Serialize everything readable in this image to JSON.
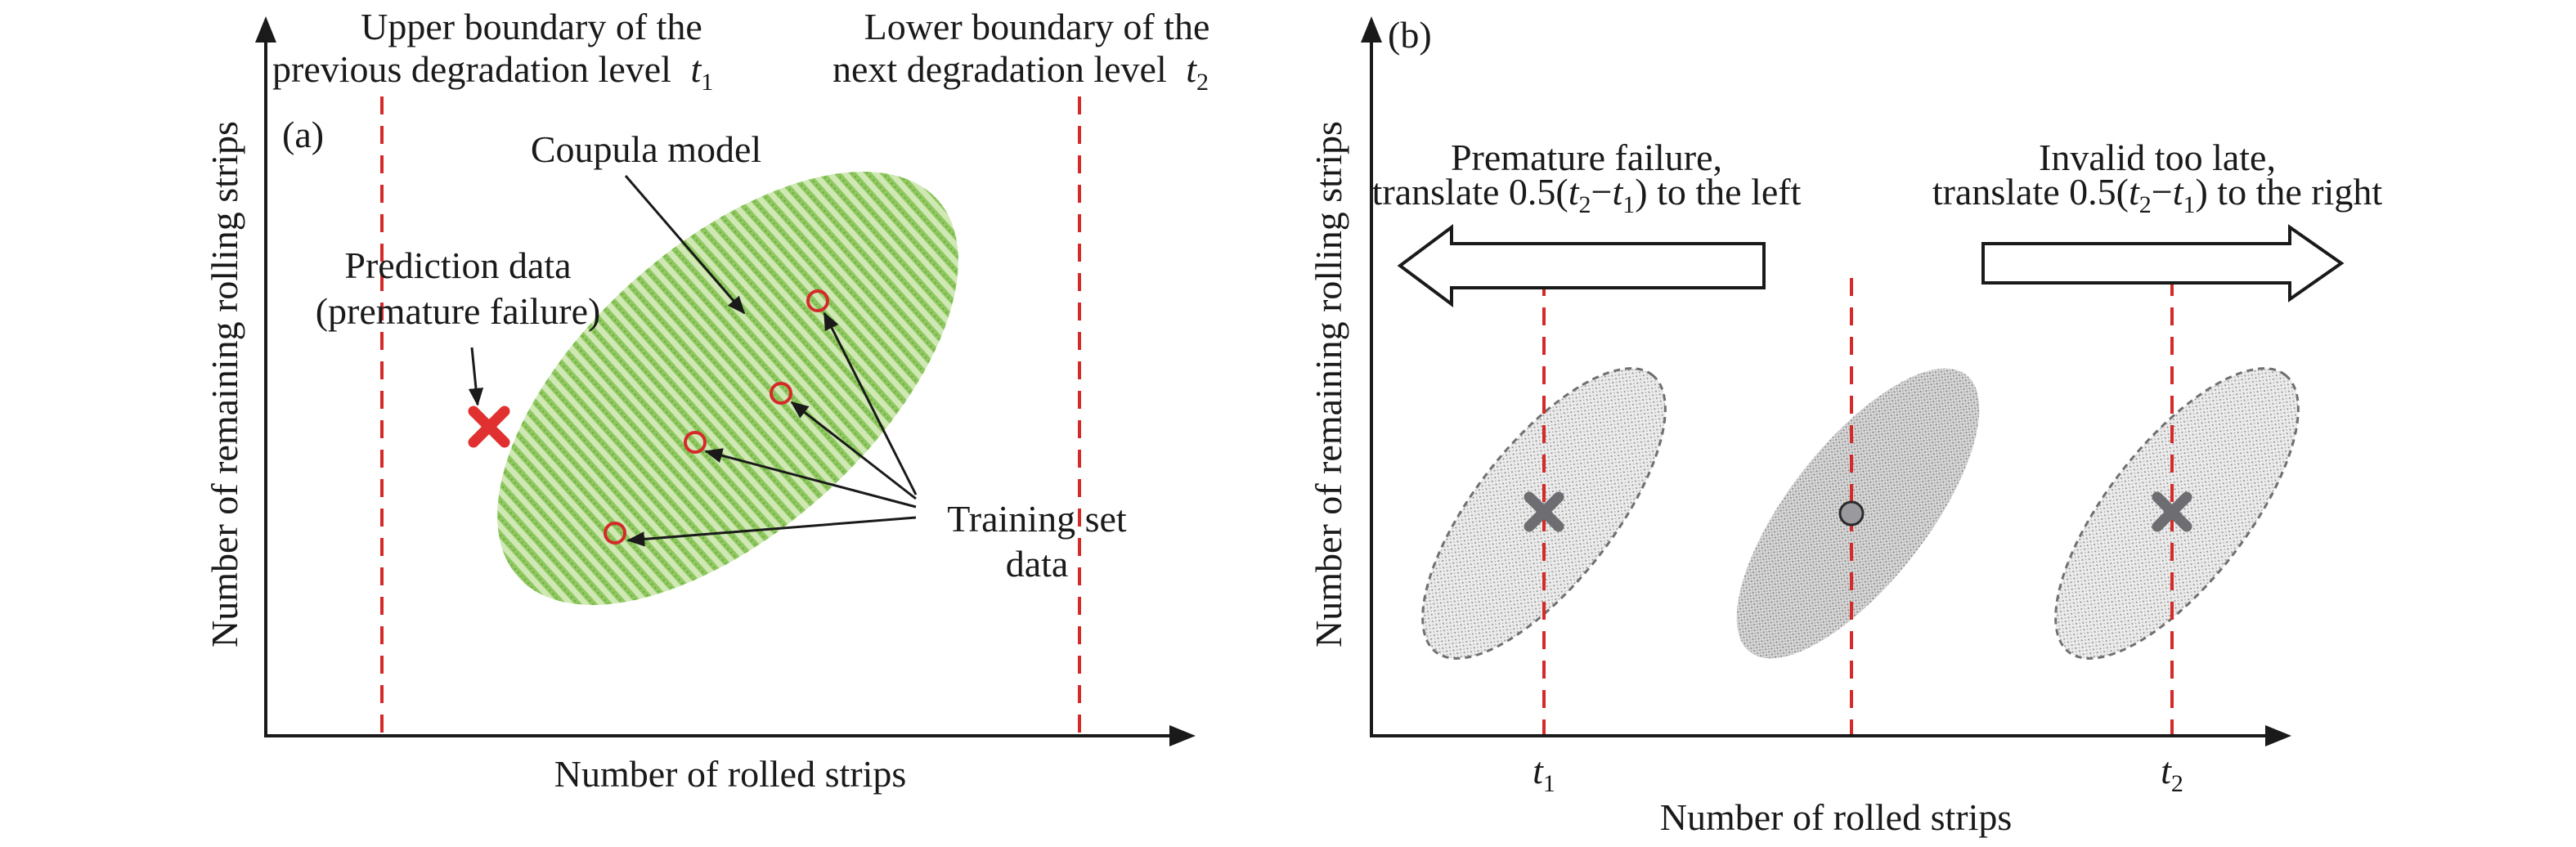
{
  "panel_a": {
    "tag": "(a)",
    "ylabel": "Number of remaining rolling strips",
    "xlabel": "Number of rolled strips",
    "upper_boundary": {
      "line1": "Upper boundary of the",
      "line2": "previous degradation level",
      "var": "t",
      "sub": "1"
    },
    "lower_boundary": {
      "line1": "Lower boundary of the",
      "line2": "next degradation level",
      "var": "t",
      "sub": "2"
    },
    "copula_label": "Coupula model",
    "prediction_label": {
      "line1": "Prediction data",
      "line2": "(premature failure)"
    },
    "training_label": {
      "line1": "Training set",
      "line2": "data"
    },
    "colors": {
      "boundary_line": "#d42a2a",
      "ellipse_fill": "#8fc860",
      "training_point": "#d42a2a",
      "prediction_marker": "#e03030"
    }
  },
  "panel_b": {
    "tag": "(b)",
    "ylabel": "Number of remaining rolling strips",
    "xlabel": "Number of rolled strips",
    "premature_label": {
      "line1": "Premature failure,",
      "line2_pre": "translate 0.5(",
      "line2_post": ") to the left"
    },
    "late_label": {
      "line1": "Invalid too late,",
      "line2_pre": "translate 0.5(",
      "line2_post": ") to the right"
    },
    "t2_var": "t",
    "t2_sub": "2",
    "t1_var": "t",
    "t1_sub": "1",
    "minus": "−",
    "tick_t1_var": "t",
    "tick_t1_sub": "1",
    "tick_t2_var": "t",
    "tick_t2_sub": "2",
    "colors": {
      "vertical_line": "#d42a2a",
      "ellipse_fill": "#c8c8c8",
      "marker": "#6e6e72"
    }
  }
}
